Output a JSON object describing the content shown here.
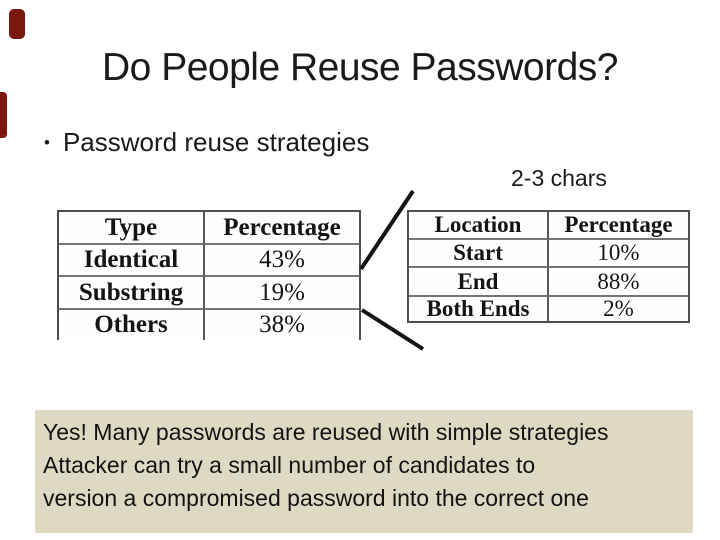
{
  "slide": {
    "title": "Do People Reuse Passwords?",
    "bullet_glyph": "•",
    "bullet": "Password reuse strategies",
    "callout_label": "2-3 chars",
    "type_table": {
      "headers": [
        "Type",
        "Percentage"
      ],
      "rows": [
        [
          "Identical",
          "43%"
        ],
        [
          "Substring",
          "19%"
        ],
        [
          "Others",
          "38%"
        ]
      ]
    },
    "location_table": {
      "headers": [
        "Location",
        "Percentage"
      ],
      "rows": [
        [
          "Start",
          "10%"
        ],
        [
          "End",
          "88%"
        ],
        [
          "Both Ends",
          "2%"
        ]
      ]
    },
    "conclusion_lines": [
      "Yes! Many passwords are reused with simple strategies",
      "Attacker can try a small number of candidates to",
      "version a compromised password into the correct one"
    ],
    "colors": {
      "accent_red": "#7b170e",
      "conclusion_bg": "#ded9c3",
      "line_black": "#131313"
    }
  }
}
